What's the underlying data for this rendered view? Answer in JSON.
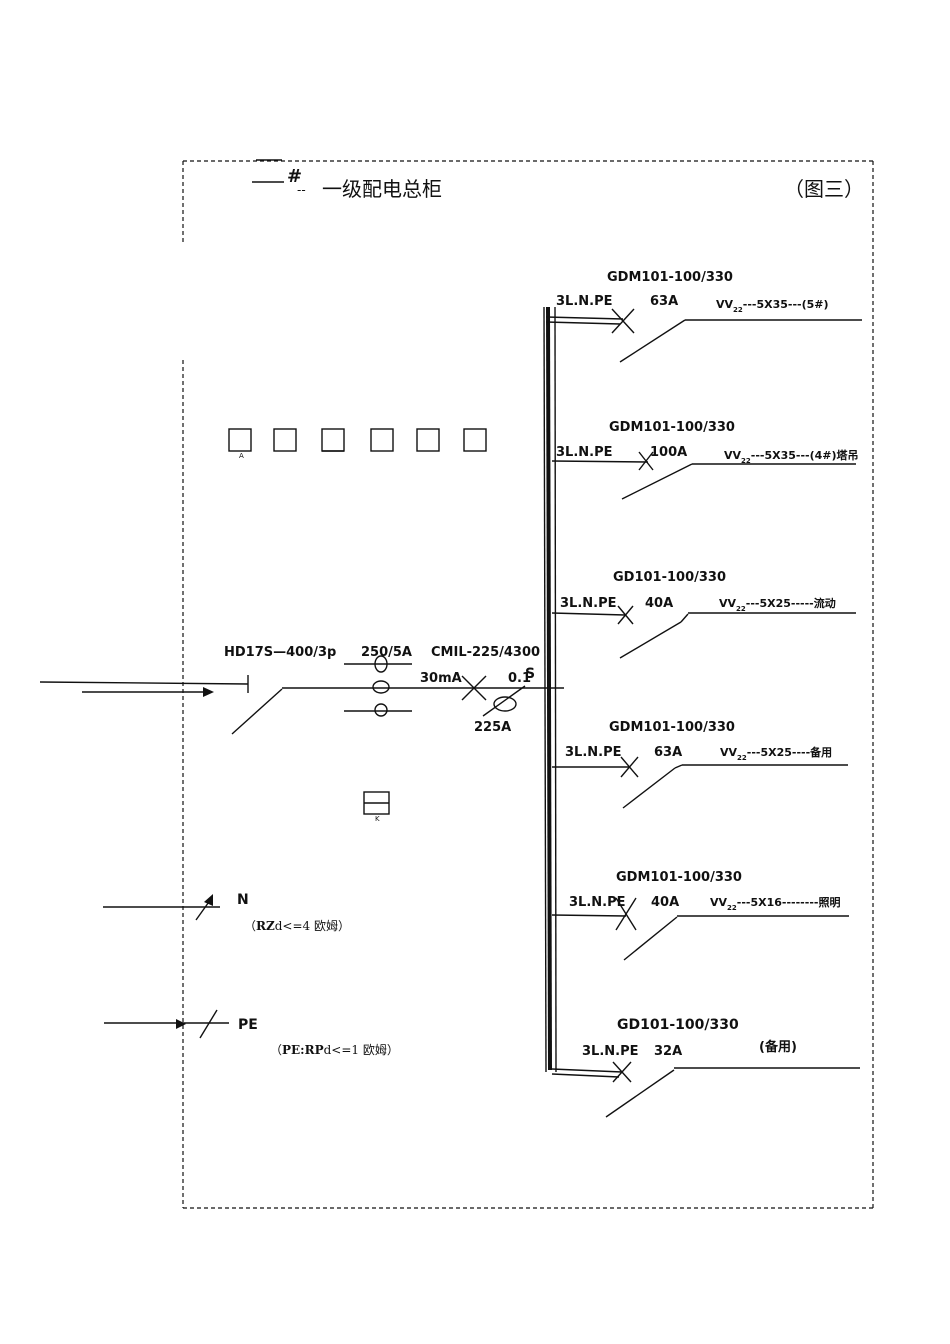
{
  "header": {
    "mark": "#",
    "dash": "--",
    "title": "一级配电总柜",
    "figure_no": "（图三）"
  },
  "incoming": {
    "switch": "HD17S—400/3p",
    "ct": "250/5A",
    "breaker": "CMIL-225/4300",
    "leakage": "30mA",
    "delay": "0.1",
    "delay_unit": "S",
    "rating": "225A"
  },
  "meters": {
    "a_mark": "A",
    "k_mark": "K"
  },
  "neutral": {
    "label": "N",
    "note_pre": "（",
    "note_bold": "RZ",
    "note_post": "d<=4 欧姆）"
  },
  "earth": {
    "label": "PE",
    "note_pre": "（",
    "note_bold": "PE:RP",
    "note_post": "d<=1 欧姆）"
  },
  "branches": [
    {
      "breaker": "GDM101-100/330",
      "phase": "3L.N.PE",
      "rating": "63A",
      "cable_pre": "VV",
      "cable_sub": "22",
      "cable_post": "---5X35---(5#)"
    },
    {
      "breaker": "GDM101-100/330",
      "phase": "3L.N.PE",
      "rating": "100A",
      "cable_pre": "VV",
      "cable_sub": "22",
      "cable_post": "---5X35---(4#)塔吊"
    },
    {
      "breaker": "GD101-100/330",
      "phase": "3L.N.PE",
      "rating": "40A",
      "cable_pre": "VV",
      "cable_sub": "22",
      "cable_post": "---5X25-----流动"
    },
    {
      "breaker": "GDM101-100/330",
      "phase": "3L.N.PE",
      "rating": "63A",
      "cable_pre": "VV",
      "cable_sub": "22",
      "cable_post": "---5X25----备用"
    },
    {
      "breaker": "GDM101-100/330",
      "phase": "3L.N.PE",
      "rating": "40A",
      "cable_pre": "VV",
      "cable_sub": "22",
      "cable_post": "---5X16--------照明"
    },
    {
      "breaker": "GD101-100/330",
      "phase": "3L.N.PE",
      "rating": "32A",
      "cable_pre": "",
      "cable_sub": "",
      "cable_post": "(备用)"
    }
  ]
}
